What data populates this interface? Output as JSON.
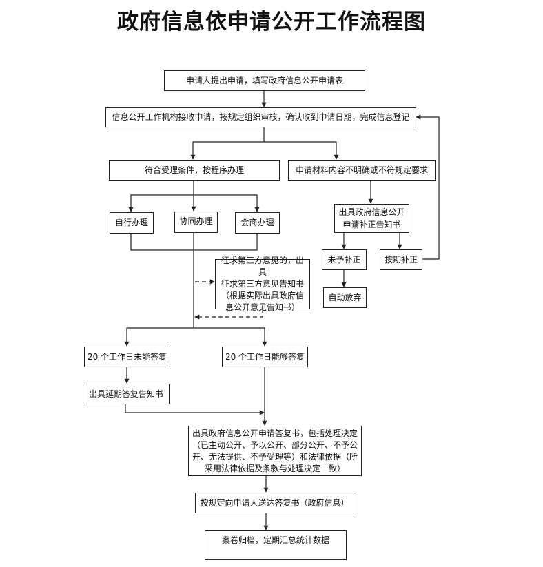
{
  "title": "政府信息依申请公开工作流程图",
  "nodes": {
    "submit": "申请人提出申请，填写政府信息公开申请表",
    "receive": "信息公开工作机构接收申请，按规定组织审核，确认收到申请日期，完成信息登记",
    "accept": "符合受理条件，按程序办理",
    "unclear": "申请材料内容不明确或不符规定要求",
    "self": "自行办理",
    "cooperate": "协同办理",
    "consult": "会商办理",
    "correction_notice": [
      "出具政府信息公开",
      "申请补正告知书"
    ],
    "not_corrected": "未予补正",
    "corrected": "按期补正",
    "abandon": "自动放弃",
    "third_party": [
      "征求第三方意见的，出具",
      "征求第三方意见告知书",
      "（根据实际出具政府信",
      "息公开意见告知书）"
    ],
    "not_in_20": "20 个工作日未能答复",
    "in_20": "20 个工作日能够答复",
    "extension": "出具延期答复告知书",
    "reply": [
      "出具政府信息公开申请答复书，包括处理决定",
      "（已主动公开、予以公开、部分公开、不予公",
      "开、无法提供、不予受理等）和法律依据（所",
      "采用法律依据及条款与处理决定一致）"
    ],
    "deliver": "按规定向申请人送达答复书（政府信息）",
    "archive": "案卷归档，定期汇总统计数据"
  },
  "colors": {
    "line": "#222222",
    "text": "#111111",
    "background": "#ffffff"
  }
}
